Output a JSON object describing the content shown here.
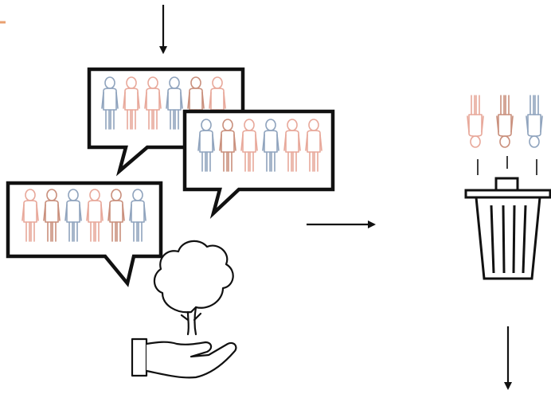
{
  "colors": {
    "outline": "#111111",
    "person_red": "#e8a89a",
    "person_blue": "#8fa3bd",
    "person_brown": "#c98f7c",
    "corner_accent": "#e9a070",
    "background": "#ffffff"
  },
  "icons": {
    "bubble_top": "speech-bubble-icon",
    "bubble_right": "speech-bubble-icon",
    "bubble_left": "speech-bubble-icon",
    "tree_in_hand": "tree-in-hand-icon",
    "trash_can": "trash-can-icon",
    "inverted_people": "inverted-people-icon",
    "arrows": "arrow-icon"
  },
  "bubbles": [
    {
      "name": "bubble-top",
      "people": [
        "blue",
        "red",
        "red",
        "blue",
        "brown",
        "red"
      ]
    },
    {
      "name": "bubble-right",
      "people": [
        "blue",
        "brown",
        "red",
        "blue",
        "red",
        "red"
      ]
    },
    {
      "name": "bubble-left",
      "people": [
        "red",
        "brown",
        "blue",
        "red",
        "brown",
        "blue"
      ]
    }
  ],
  "discarded_people": [
    "red",
    "brown",
    "blue"
  ]
}
